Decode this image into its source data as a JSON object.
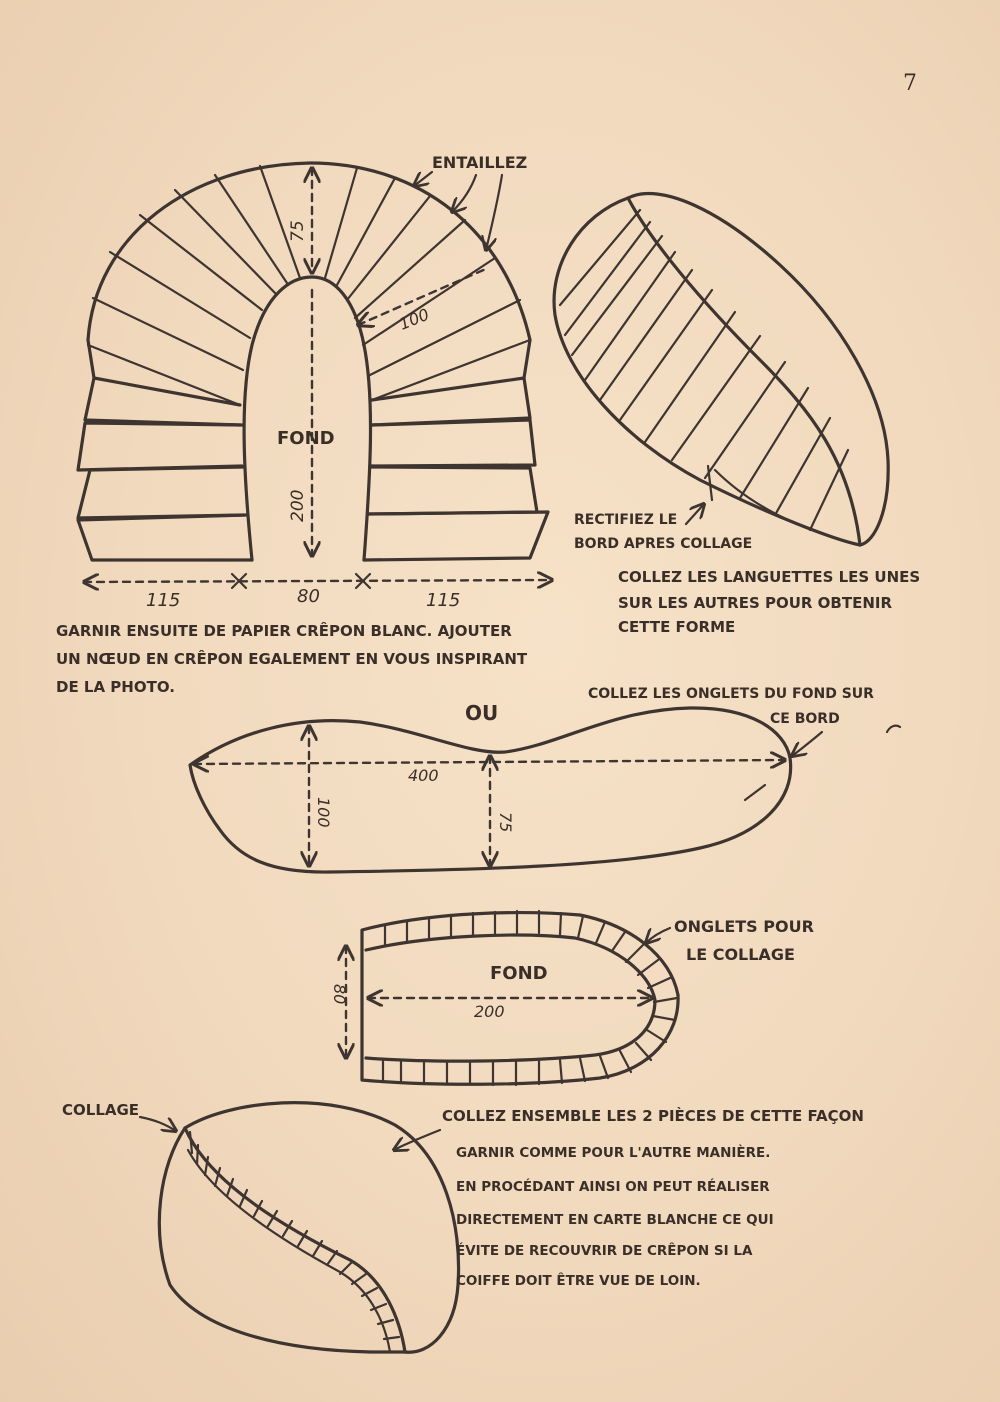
{
  "page_number": "7",
  "fig1": {
    "label_entaillez": "ENTAILLEZ",
    "dim_75": "75",
    "dim_100": "100",
    "label_fond": "FOND",
    "dim_200": "200",
    "dim_left": "115",
    "dim_mid": "80",
    "dim_right": "115"
  },
  "caption1": {
    "line1": "GARNIR ENSUITE DE PAPIER CRÊPON BLANC. AJOUTER",
    "line2": "UN NŒUD EN CRÊPON EGALEMENT EN VOUS INSPIRANT",
    "line3": "DE LA PHOTO."
  },
  "fig2": {
    "note_line1": "RECTIFIEZ LE",
    "note_line2": "BORD APRES COLLAGE"
  },
  "caption2": {
    "line1": "COLLEZ LES LANGUETTES LES UNES",
    "line2": "SUR LES AUTRES POUR OBTENIR",
    "line3": "CETTE FORME"
  },
  "separator_ou": "OU",
  "fig3": {
    "note_line1": "COLLEZ LES ONGLETS DU FOND SUR",
    "note_line2": "CE BORD",
    "dim_400": "400",
    "dim_100": "100",
    "dim_75": "75"
  },
  "fig4": {
    "label_fond": "FOND",
    "dim_200": "200",
    "dim_80": "80",
    "note_line1": "ONGLETS POUR",
    "note_line2": "LE COLLAGE"
  },
  "fig5": {
    "label_collage": "COLLAGE"
  },
  "caption3": {
    "line1": "COLLEZ ENSEMBLE LES 2 PIÈCES DE CETTE FAÇON",
    "line2": "GARNIR COMME POUR L'AUTRE MANIÈRE.",
    "line3": "EN PROCÉDANT AINSI ON PEUT RÉALISER",
    "line4": "DIRECTEMENT EN CARTE BLANCHE CE QUI",
    "line5": "ÉVITE DE RECOUVRIR DE CRÊPON SI LA",
    "line6": "COIFFE DOIT ÊTRE VUE DE LOIN."
  }
}
